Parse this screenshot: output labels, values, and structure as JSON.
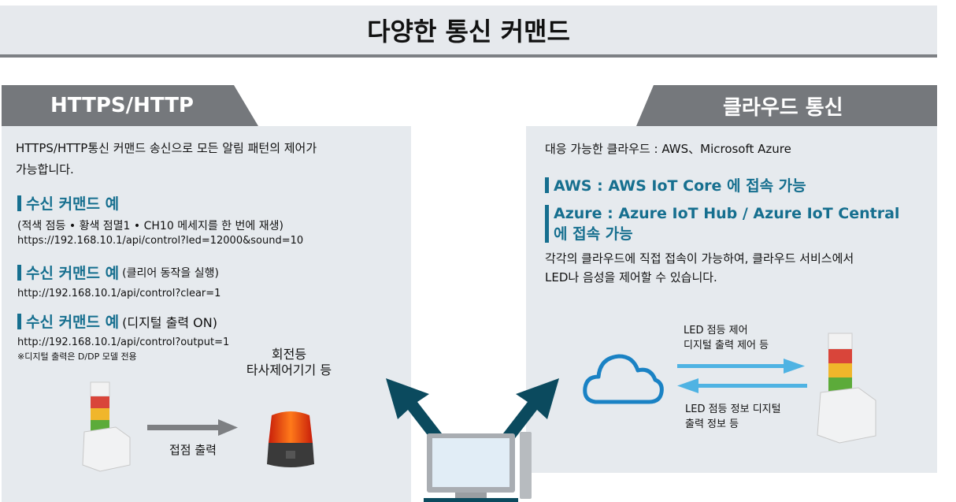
{
  "title": "다양한 통신 커맨드",
  "left": {
    "tab": "HTTPS/HTTP",
    "intro_line1": "HTTPS/HTTP통신 커맨드 송신으로 모든 알림 패턴의 제어가",
    "intro_line2": "가능합니다.",
    "examples": [
      {
        "heading": "수신 커맨드 예",
        "note": "",
        "desc": "(적색 점등 • 황색 점멸1 • CH10 메세지를 한 번에 재생)",
        "url": "https://192.168.10.1/api/control?led=12000&sound=10"
      },
      {
        "heading": "수신 커맨드 예",
        "note": "(클리어 동작을 실행)",
        "url": "http://192.168.10.1/api/control?clear=1"
      },
      {
        "heading": "수신 커맨드 예",
        "note": "(디지털 출력 ON)",
        "url": "http://192.168.10.1/api/control?output=1",
        "footnote": "※디지털 출력은 D/DP 모델 전용"
      }
    ],
    "device_label_line1": "회전등",
    "device_label_line2": "타사제어기기 등",
    "arrow_label": "접점 출력"
  },
  "right": {
    "tab": "클라우드 통신",
    "supported": "대응 가능한 클라우드 : AWS、Microsoft Azure",
    "aws": "AWS : AWS IoT Core 에 접속 가능",
    "azure_line1": "Azure : Azure IoT Hub / Azure IoT Central",
    "azure_line2": "에 접속 가능",
    "desc_line1": "각각의 클라우드에 직접 접속이 가능하여, 클라우드 서비스에서",
    "desc_line2": "LED나 음성을 제어할 수 있습니다.",
    "to_device_line1": "LED 점등 제어",
    "to_device_line2": "디지털 출력 제어 등",
    "from_device_line1": "LED 점등 정보 디지털",
    "from_device_line2": "출력 정보 등"
  },
  "colors": {
    "accent": "#166f8f",
    "arrow_dark": "#0b4a5e",
    "arrow_light": "#4fb3e3",
    "tab": "#75787c",
    "panel": "#e6eaee"
  }
}
